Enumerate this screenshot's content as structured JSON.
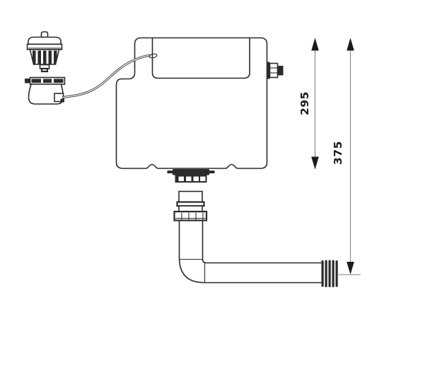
{
  "diagram": {
    "dimension_labels": {
      "cistern_height": "295",
      "outlet_height": "375"
    },
    "colors": {
      "line": "#2d2a2b",
      "dimension_line": "#8c8c8c",
      "arrow": "#1b1b1b",
      "label_text": "#1b1b1b",
      "background": "#ffffff"
    },
    "components": {
      "push_button": "pneumatic-flush-button",
      "button_bellows": "button-bellows-unit",
      "air_hose": "air-hose",
      "cistern": "concealed-cistern-tank",
      "cistern_lid": "cistern-lid-panel",
      "inlet": "side-water-inlet-fitting",
      "flush_valve": "flush-valve-outlet",
      "flush_pipe": "flush-pipe-elbow",
      "pan_connector": "multi-fin-pan-connector"
    }
  }
}
